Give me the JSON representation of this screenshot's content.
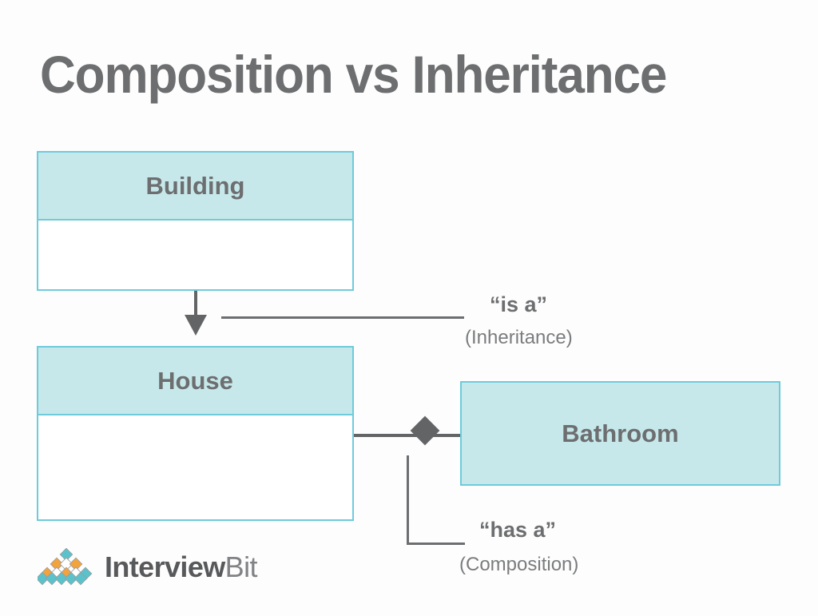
{
  "page": {
    "title": "Composition vs Inheritance",
    "background_color": "#fdfdfd"
  },
  "theme": {
    "box_fill": "#c6e8ea",
    "box_border": "#6ecbdc",
    "text_grey": "#6d6e70",
    "connector_grey": "#636466",
    "logo_teal": "#5bc2cc",
    "logo_orange": "#f2a33c",
    "logo_dark": "#58595b",
    "logo_light": "#808285"
  },
  "diagram": {
    "type": "uml-class-diagram",
    "classes": [
      {
        "id": "building",
        "name": "Building",
        "compartments": 2,
        "style": "header-and-body"
      },
      {
        "id": "house",
        "name": "House",
        "compartments": 2,
        "style": "header-and-body"
      },
      {
        "id": "bathroom",
        "name": "Bathroom",
        "compartments": 1,
        "style": "solid"
      }
    ],
    "relationships": [
      {
        "id": "inheritance",
        "from": "building",
        "to": "house",
        "kind": "generalization",
        "marker": "hollow-triangle-filled",
        "label": "“is a”",
        "sublabel": "(Inheritance)"
      },
      {
        "id": "composition",
        "from": "house",
        "to": "bathroom",
        "kind": "composition",
        "marker": "filled-diamond",
        "label": "“has a”",
        "sublabel": "(Composition)"
      }
    ]
  },
  "logo": {
    "name_bold": "Interview",
    "name_light": "Bit",
    "mark": "interviewbit-diamond-pyramid"
  }
}
